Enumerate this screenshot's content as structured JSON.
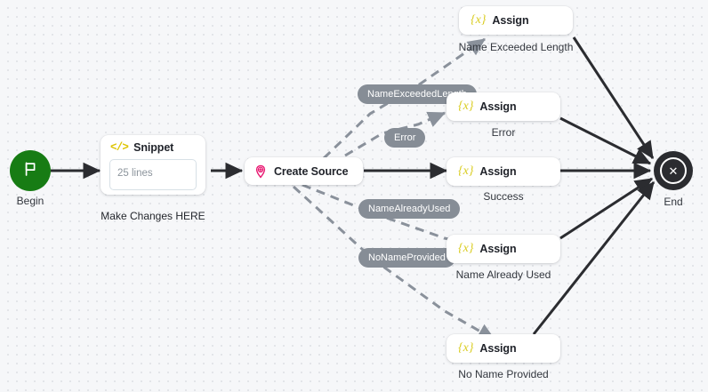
{
  "canvas": {
    "background_color": "#f6f7f9",
    "dot_color": "#e3e5e9"
  },
  "palette": {
    "begin_green": "#177c14",
    "end_dark": "#2b2c30",
    "pill_gray": "#868d96",
    "assign_yellow": "#d9cc1f",
    "snippet_yellow": "#ddc400",
    "create_source_pink": "#e8156f",
    "solid_edge": "#2b2c30",
    "dashed_edge": "#8a919b"
  },
  "nodes": {
    "begin": {
      "caption": "Begin",
      "icon": "flag-icon"
    },
    "snippet": {
      "title": "Snippet",
      "icon": "code-snippet-icon",
      "body_text": "25 lines",
      "caption": "Make Changes HERE"
    },
    "create_source": {
      "title": "Create Source",
      "icon": "map-pin-plus-icon"
    },
    "assign_name_exceeded_length": {
      "title": "Assign",
      "icon": "variable-assign-icon",
      "caption": "Name Exceeded Length"
    },
    "assign_error": {
      "title": "Assign",
      "icon": "variable-assign-icon",
      "caption": "Error"
    },
    "assign_success": {
      "title": "Assign",
      "icon": "variable-assign-icon",
      "caption": "Success"
    },
    "assign_name_already_used": {
      "title": "Assign",
      "icon": "variable-assign-icon",
      "caption": "Name Already Used"
    },
    "assign_no_name_provided": {
      "title": "Assign",
      "icon": "variable-assign-icon",
      "caption": "No Name Provided"
    },
    "end": {
      "caption": "End",
      "icon": "close-x-icon"
    }
  },
  "transition_labels": {
    "name_exceeded_length": "NameExceededLength",
    "error": "Error",
    "name_already_used": "NameAlreadyUsed",
    "no_name_provided": "NoNameProvided"
  },
  "icons": {
    "assign_glyph": "{x}",
    "snippet_glyph": "</>",
    "end_glyph": "✕"
  }
}
